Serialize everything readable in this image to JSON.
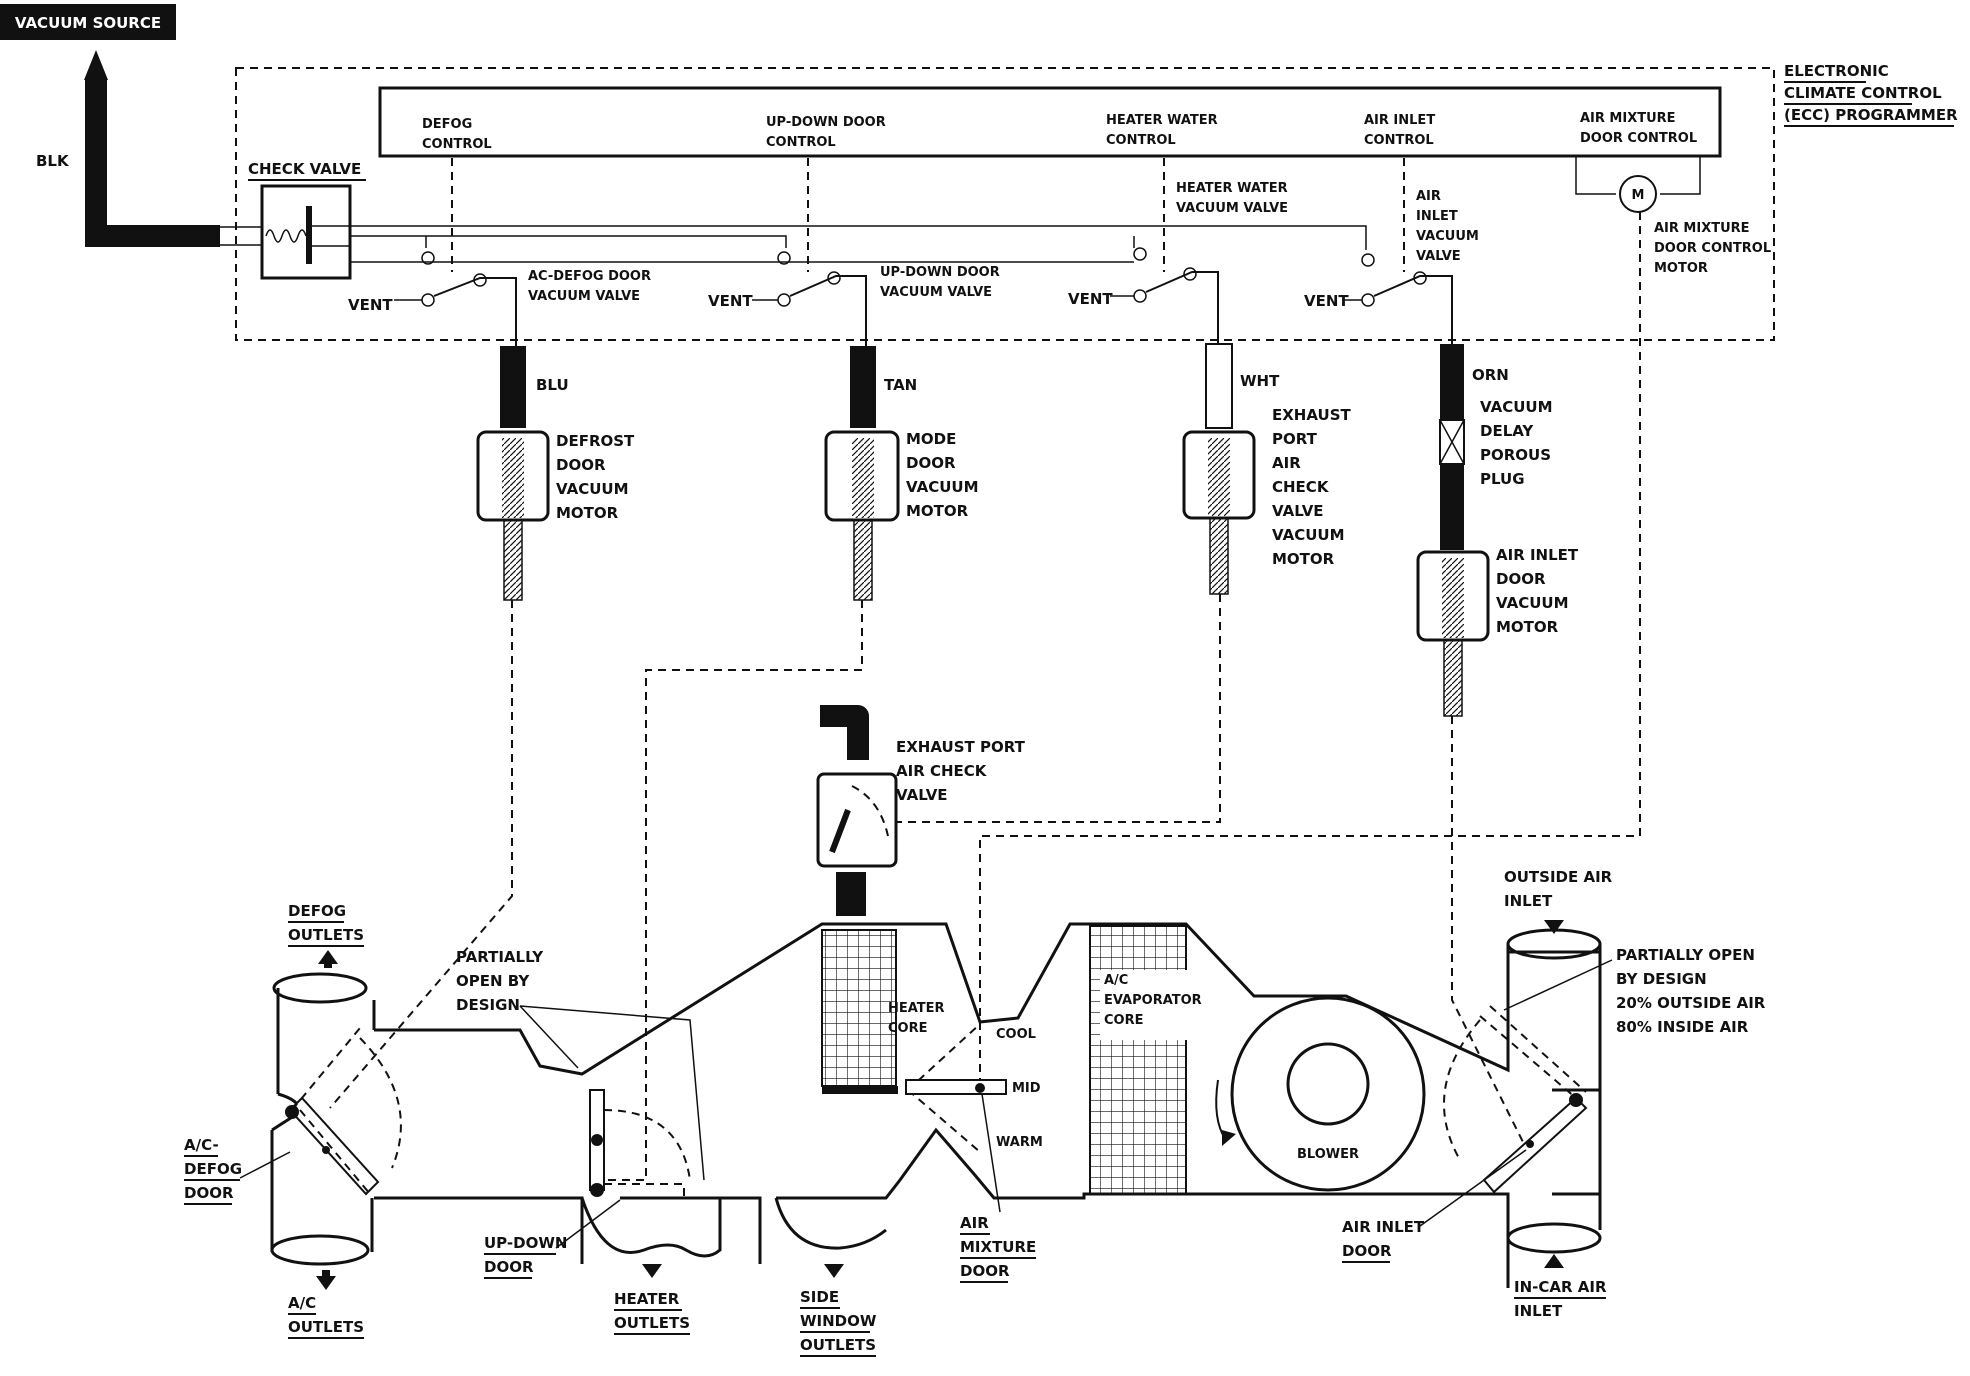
{
  "labels": {
    "vacuum_source": "VACUUM SOURCE",
    "blk": "BLK",
    "check_valve": "CHECK VALVE",
    "ecc_1": "ELECTRONIC",
    "ecc_2": "CLIMATE CONTROL",
    "ecc_3": "(ECC) PROGRAMMER",
    "defog_control_1": "DEFOG",
    "defog_control_2": "CONTROL",
    "updown_control_1": "UP-DOWN DOOR",
    "updown_control_2": "CONTROL",
    "heater_water_control_1": "HEATER WATER",
    "heater_water_control_2": "CONTROL",
    "air_inlet_control_1": "AIR INLET",
    "air_inlet_control_2": "CONTROL",
    "air_mixture_control_1": "AIR MIXTURE",
    "air_mixture_control_2": "DOOR CONTROL",
    "motor_m": "M",
    "air_mixture_motor_1": "AIR MIXTURE",
    "air_mixture_motor_2": "DOOR CONTROL",
    "air_mixture_motor_3": "MOTOR",
    "heater_water_valve_1": "HEATER WATER",
    "heater_water_valve_2": "VACUUM VALVE",
    "air_inlet_valve_1": "AIR",
    "air_inlet_valve_2": "INLET",
    "air_inlet_valve_3": "VACUUM",
    "air_inlet_valve_4": "VALVE",
    "acdefog_valve_1": "AC-DEFOG DOOR",
    "acdefog_valve_2": "VACUUM VALVE",
    "updown_valve_1": "UP-DOWN DOOR",
    "updown_valve_2": "VACUUM VALVE",
    "vent": "VENT",
    "blu": "BLU",
    "tan": "TAN",
    "wht": "WHT",
    "orn": "ORN",
    "defrost_motor_1": "DEFROST",
    "defrost_motor_2": "DOOR",
    "defrost_motor_3": "VACUUM",
    "defrost_motor_4": "MOTOR",
    "mode_motor_1": "MODE",
    "mode_motor_2": "DOOR",
    "mode_motor_3": "VACUUM",
    "mode_motor_4": "MOTOR",
    "exhaust_motor_1": "EXHAUST",
    "exhaust_motor_2": "PORT",
    "exhaust_motor_3": "AIR",
    "exhaust_motor_4": "CHECK",
    "exhaust_motor_5": "VALVE",
    "exhaust_motor_6": "VACUUM",
    "exhaust_motor_7": "MOTOR",
    "delay_plug_1": "VACUUM",
    "delay_plug_2": "DELAY",
    "delay_plug_3": "POROUS",
    "delay_plug_4": "PLUG",
    "air_inlet_motor_1": "AIR INLET",
    "air_inlet_motor_2": "DOOR",
    "air_inlet_motor_3": "VACUUM",
    "air_inlet_motor_4": "MOTOR",
    "exhaust_check_valve_1": "EXHAUST PORT",
    "exhaust_check_valve_2": "AIR CHECK",
    "exhaust_check_valve_3": "VALVE",
    "defog_outlets_1": "DEFOG",
    "defog_outlets_2": "OUTLETS",
    "partially_open_1": "PARTIALLY",
    "partially_open_2": "OPEN BY",
    "partially_open_3": "DESIGN",
    "heater_core_1": "HEATER",
    "heater_core_2": "CORE",
    "cool": "COOL",
    "mid": "MID",
    "warm": "WARM",
    "evap_core_1": "A/C",
    "evap_core_2": "EVAPORATOR",
    "evap_core_3": "CORE",
    "blower": "BLOWER",
    "outside_air_1": "OUTSIDE AIR",
    "outside_air_2": "INLET",
    "partially_open_right_1": "PARTIALLY OPEN",
    "partially_open_right_2": "BY DESIGN",
    "partially_open_right_3": "20% OUTSIDE AIR",
    "partially_open_right_4": "80% INSIDE AIR",
    "acdefog_door_1": "A/C-",
    "acdefog_door_2": "DEFOG",
    "acdefog_door_3": "DOOR",
    "ac_outlets_1": "A/C",
    "ac_outlets_2": "OUTLETS",
    "updown_door_1": "UP-DOWN",
    "updown_door_2": "DOOR",
    "heater_outlets_1": "HEATER",
    "heater_outlets_2": "OUTLETS",
    "side_window_1": "SIDE",
    "side_window_2": "WINDOW",
    "side_window_3": "OUTLETS",
    "air_mixture_door_1": "AIR",
    "air_mixture_door_2": "MIXTURE",
    "air_mixture_door_3": "DOOR",
    "air_inlet_door_1": "AIR INLET",
    "air_inlet_door_2": "DOOR",
    "incar_air_1": "IN-CAR AIR",
    "incar_air_2": "INLET"
  },
  "colors": {
    "ink": "#111111",
    "paper": "#ffffff"
  }
}
